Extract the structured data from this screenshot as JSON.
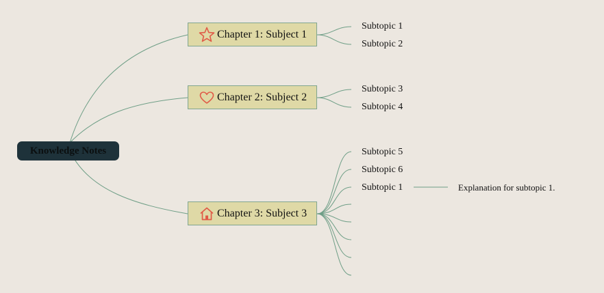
{
  "root": {
    "label": "Knowledge Notes"
  },
  "chapters": [
    {
      "label": "Chapter 1: Subject 1",
      "icon": "star-icon",
      "subtopics": [
        "Subtopic 1",
        "Subtopic 2"
      ]
    },
    {
      "label": "Chapter 2: Subject 2",
      "icon": "heart-icon",
      "subtopics": [
        "Subtopic 3",
        "Subtopic 4"
      ]
    },
    {
      "label": "Chapter 3: Subject 3",
      "icon": "house-icon",
      "subtopics": [
        "Subtopic 5",
        "Subtopic 6",
        "Subtopic 1",
        "",
        "",
        "",
        "",
        ""
      ]
    }
  ],
  "explanation": "Explanation for subtopic 1.",
  "colors": {
    "background": "#ece7e0",
    "root_fill": "#1e323a",
    "chapter_fill": "#dfd9a6",
    "link": "#6e9e86",
    "icon": "#e05a47"
  }
}
